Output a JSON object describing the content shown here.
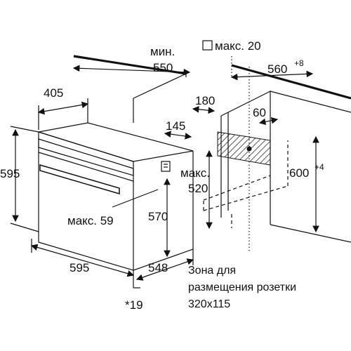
{
  "labels": {
    "min_label": "мин.",
    "max_20": "макс. 20",
    "dim_550": "550",
    "dim_560": "560",
    "dim_560_sup": "+8",
    "dim_405": "405",
    "dim_180": "180",
    "dim_60": "60",
    "dim_145": "145",
    "dim_595_height": "595",
    "dim_600": "600",
    "dim_600_sup": "+4",
    "max_label": "макс.",
    "dim_520": "520",
    "max_59": "макс. 59",
    "dim_570": "570",
    "dim_595_width": "595",
    "dim_548": "548",
    "note_19": "*19",
    "socket_zone_line1": "Зона для",
    "socket_zone_line2": "размещения розетки",
    "socket_zone_line3": "320x115"
  }
}
